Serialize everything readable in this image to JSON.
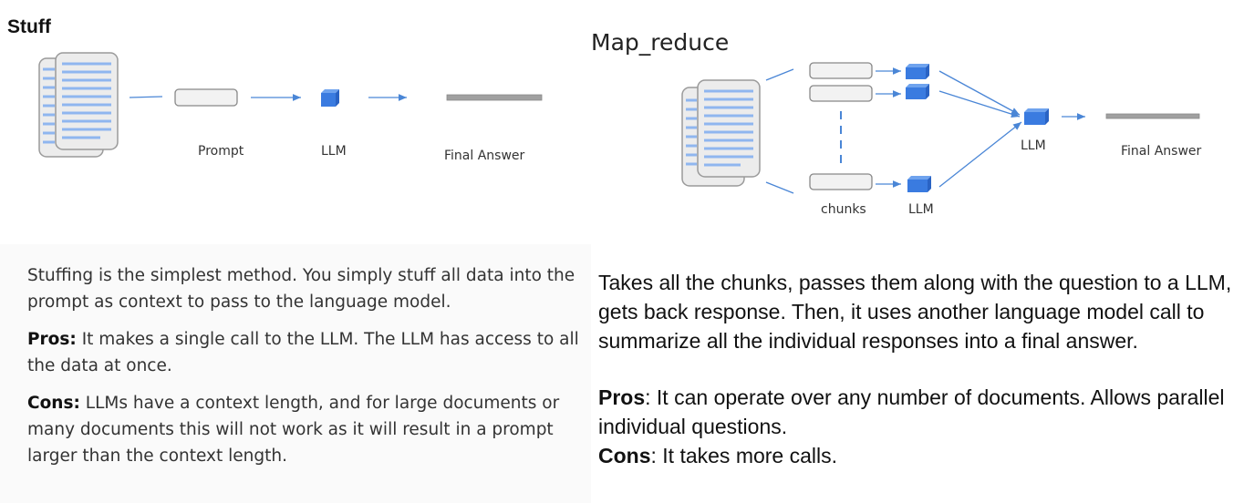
{
  "stuff": {
    "title": "Stuff",
    "labels": {
      "prompt": "Prompt",
      "llm": "LLM",
      "final": "Final Answer"
    },
    "description": "Stuffing is the simplest method. You simply stuff all data into the prompt as context to pass to the language model.",
    "pros_label": "Pros:",
    "pros_text": " It makes a single call to the LLM. The LLM has access to all the data at once.",
    "cons_label": "Cons:",
    "cons_text": " LLMs have a context length, and for large documents or many documents this will not work as it will result in a prompt larger than the context length."
  },
  "map_reduce": {
    "title": "Map_reduce",
    "labels": {
      "chunks": "chunks",
      "llm_small": "LLM",
      "llm": "LLM",
      "final": "Final Answer"
    },
    "description": "Takes all the chunks, passes them along with the question to a LLM, gets back response. Then, it uses another language model call to summarize all the individual responses into a final answer.",
    "pros_label": "Pros",
    "pros_text": ": It can operate over any number of documents. Allows parallel individual questions.",
    "cons_label": "Cons",
    "cons_text": ": It takes more calls."
  },
  "colors": {
    "arrow": "#4a86d6",
    "cube": "#3a7be0",
    "doc_line": "#8fb6ef",
    "box_border": "#888888",
    "answer_bar": "#a0a0a0"
  }
}
